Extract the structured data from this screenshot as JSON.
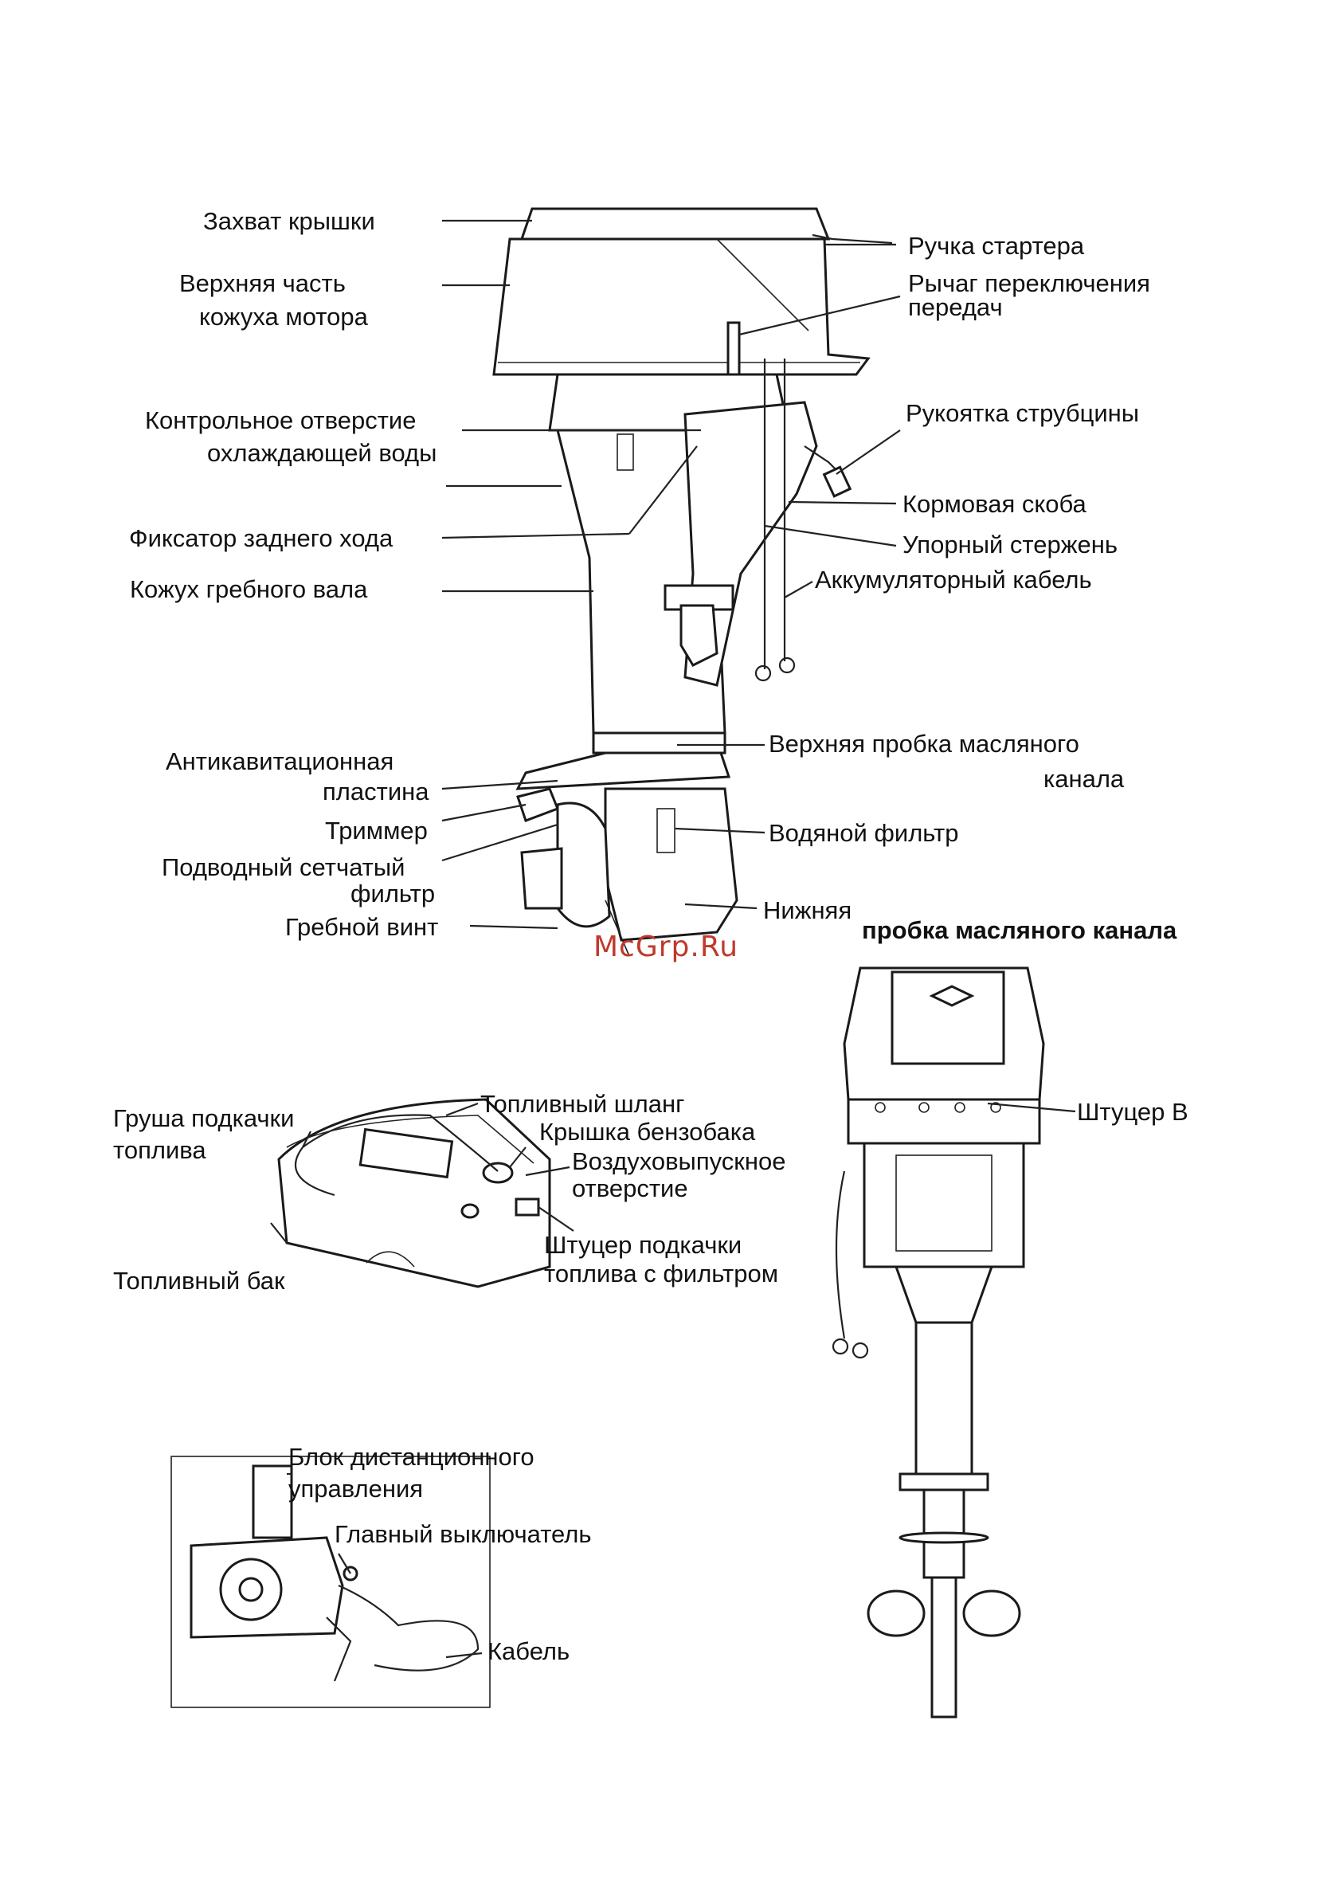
{
  "watermark": "McGrp.Ru",
  "colors": {
    "watermark": "#c0392b",
    "ink": "#111111"
  },
  "labels": {
    "cover_grip": "Захват крышки",
    "upper_cover_1": "Верхняя часть",
    "upper_cover_2": "кожуха мотора",
    "control_hole_1": "Контрольное отверстие",
    "control_hole_2": "охлаждающей воды",
    "reverse_lock": "Фиксатор заднего хода",
    "shaft_housing": "Кожух гребного вала",
    "anticav_1": "Антикавитационная",
    "anticav_2": "пластина",
    "trimmer": "Триммер",
    "strainer_1": "Подводный сетчатый",
    "strainer_2": "фильтр",
    "propeller": "Гребной винт",
    "starter_handle": "Ручка стартера",
    "shift_lever_1": "Рычаг переключения",
    "shift_lever_2": "передач",
    "clamp_handle": "Рукоятка струбцины",
    "stern_bracket": "Кормовая скоба",
    "thrust_rod": "Упорный стержень",
    "battery_cable": "Аккумуляторный кабель",
    "upper_oil_plug_1": "Верхняя пробка масляного",
    "upper_oil_plug_2": "канала",
    "water_filter": "Водяной фильтр",
    "lower_oil_plug_1": "Нижняя",
    "lower_oil_plug_2": "пробка масляного канала",
    "fitting_b": "Штуцер В",
    "primer_bulb_1": "Груша подкачки",
    "primer_bulb_2": "топлива",
    "fuel_hose": "Топливный шланг",
    "tank_cap": "Крышка бензобака",
    "vent_1": "Воздуховыпускное",
    "vent_2": "отверстие",
    "primer_fitting_1": "Штуцер подкачки",
    "primer_fitting_2": "топлива с фильтром",
    "fuel_tank": "Топливный бак",
    "remote_box_1": "Блок дистанционного",
    "remote_box_2": "управления",
    "main_switch": "Главный выключатель",
    "cable": "Кабель"
  }
}
